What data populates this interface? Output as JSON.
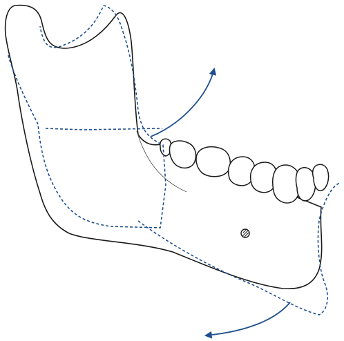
{
  "colors": {
    "outline": "#1a1a1a",
    "cut_lines": "#1f4f8f",
    "arrows": "#1f4f8f",
    "background": "#ffffff"
  },
  "figure": {
    "subject": "mandible-side-view",
    "teeth_count": 8,
    "arrows": [
      {
        "name": "upward-movement-arrow",
        "direction": "up-right"
      },
      {
        "name": "downward-movement-arrow",
        "direction": "down-left"
      }
    ]
  }
}
